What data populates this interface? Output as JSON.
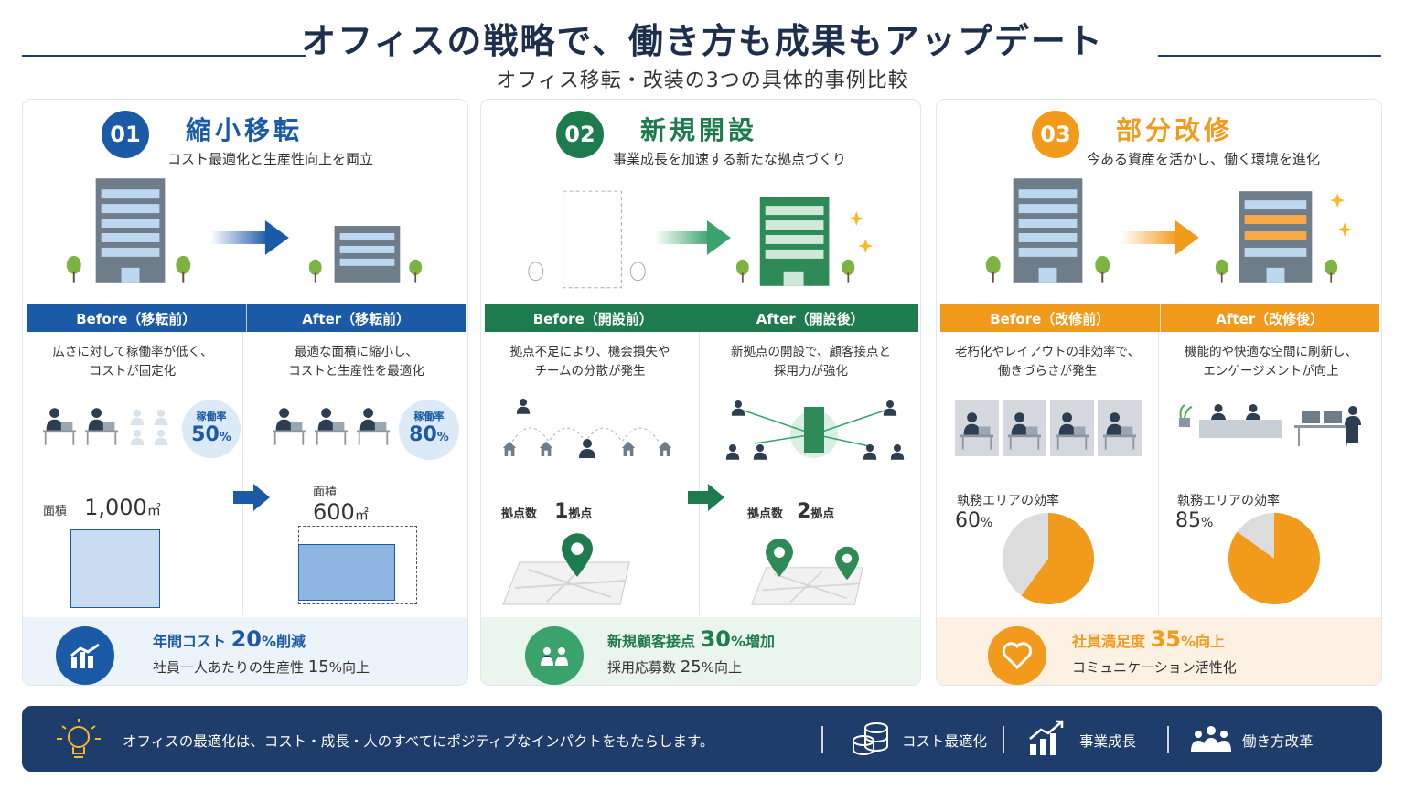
{
  "title": "オフィスの戦略で、働き方も成果もアップデート",
  "subtitle": "オフィス移転・改装の3つの具体的事例比較",
  "colors": {
    "blue": "#1a5aa6",
    "green": "#1e7b4d",
    "orange": "#f29a1b",
    "navy": "#1f3d6b"
  },
  "cards": [
    {
      "num": "01",
      "title": "縮小移転",
      "desc": "コスト最適化と生産性向上を両立",
      "before": {
        "label": "Before（移転前）",
        "text1": "広さに対して稼働率が低く、",
        "text2": "コストが固定化",
        "rate_label": "稼働率",
        "rate_value": "50",
        "rate_unit": "%",
        "area_label": "面積",
        "area_value": "1,000",
        "area_unit": "㎡"
      },
      "after": {
        "label": "After（移転前）",
        "text1": "最適な面積に縮小し、",
        "text2": "コストと生産性を最適化",
        "rate_label": "稼働率",
        "rate_value": "80",
        "rate_unit": "%",
        "area_label": "面積",
        "area_value": "600",
        "area_unit": "㎡"
      },
      "result": {
        "l1_pre": "年間コスト",
        "l1_num": "20",
        "l1_post": "%削減",
        "l2_pre": "社員一人あたりの生産性",
        "l2_num": "15",
        "l2_post": "%向上"
      }
    },
    {
      "num": "02",
      "title": "新規開設",
      "desc": "事業成長を加速する新たな拠点づくり",
      "before": {
        "label": "Before（開設前）",
        "text1": "拠点不足により、機会損失や",
        "text2": "チームの分散が発生",
        "base_label": "拠点数",
        "base_value": "1",
        "base_unit": "拠点"
      },
      "after": {
        "label": "After（開設後）",
        "text1": "新拠点の開設で、顧客接点と",
        "text2": "採用力が強化",
        "base_label": "拠点数",
        "base_value": "2",
        "base_unit": "拠点"
      },
      "result": {
        "l1_pre": "新規顧客接点",
        "l1_num": "30",
        "l1_post": "%増加",
        "l2_pre": "採用応募数",
        "l2_num": "25",
        "l2_post": "%向上"
      }
    },
    {
      "num": "03",
      "title": "部分改修",
      "desc": "今ある資産を活かし、働く環境を進化",
      "before": {
        "label": "Before（改修前）",
        "text1": "老朽化やレイアウトの非効率で、",
        "text2": "働きづらさが発生",
        "eff_label": "執務エリアの効率",
        "eff_value": "60",
        "eff_unit": "%"
      },
      "after": {
        "label": "After（改修後）",
        "text1": "機能的や快適な空間に刷新し、",
        "text2": "エンゲージメントが向上",
        "eff_label": "執務エリアの効率",
        "eff_value": "85",
        "eff_unit": "%"
      },
      "result": {
        "l1_pre": "社員満足度",
        "l1_num": "35",
        "l1_post": "%向上",
        "l2": "コミュニケーション活性化"
      }
    }
  ],
  "footer": {
    "message": "オフィスの最適化は、コスト・成長・人のすべてにポジティブなインパクトをもたらします。",
    "items": [
      "コスト最適化",
      "事業成長",
      "働き方改革"
    ]
  }
}
